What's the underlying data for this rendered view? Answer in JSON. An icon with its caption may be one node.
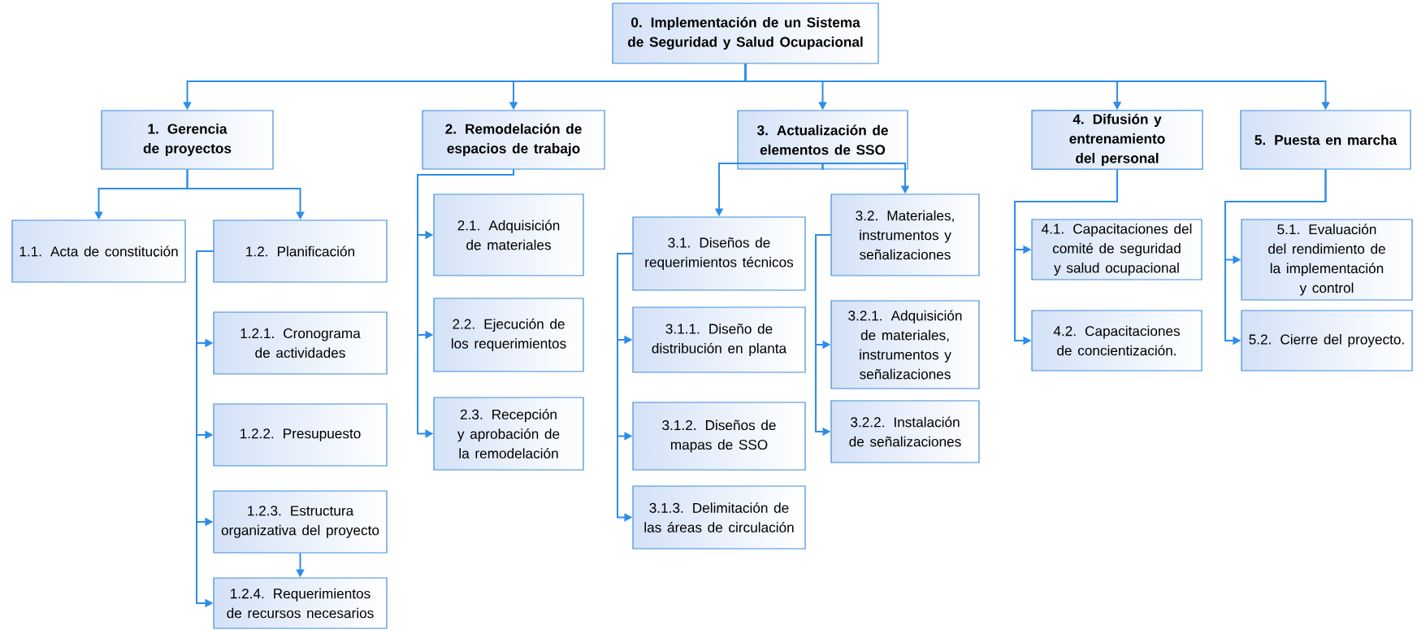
{
  "diagram": {
    "nodes": [
      {
        "text": [
          "0. Implementación de un Sistema de Seguridad y Salud Ocupacional"
        ]
      },
      {
        "text": [
          "1. Gerencia de proyectos"
        ]
      },
      {
        "text": [
          "2. Remodelación de espacios de trabajo"
        ]
      },
      {
        "text": [
          "3. Actualización de elementos de SSO"
        ]
      },
      {
        "text": [
          "4. Difusión y entrenamiento del personal"
        ]
      },
      {
        "text": [
          "5. Puesta en marcha"
        ]
      },
      {
        "text": [
          "1.1. Acta de constitución"
        ]
      },
      {
        "text": [
          "1.2. Planificación"
        ]
      },
      {
        "text": [
          "1.2.1. Cronograma de actividades"
        ]
      },
      {
        "text": [
          "1.2.2. Presupuesto"
        ]
      },
      {
        "text": [
          "1.2.3. Estructura organizativa del proyecto"
        ]
      },
      {
        "text": [
          "1.2.4. Requerimientos de recursos necesarios"
        ]
      },
      {
        "text": [
          "2.1. Adquisición de materiales"
        ]
      },
      {
        "text": [
          "2.2. Ejecución de los requerimientos"
        ]
      },
      {
        "text": [
          "2.3. Recepción y aprobación de la remodelación"
        ]
      },
      {
        "text": [
          "3.1. Diseños de requerimientos técnicos"
        ]
      },
      {
        "text": [
          "3.1.1. Diseño de distribución en planta"
        ]
      },
      {
        "text": [
          "3.1.2. Diseños de mapas de SSO"
        ]
      },
      {
        "text": [
          "3.1.3. Delimitación de las áreas de circulación"
        ]
      },
      {
        "text": [
          "3.2. Materiales, instrumentos y señalizaciones"
        ]
      },
      {
        "text": [
          "3.2.1. Adquisición de materiales, instrumentos y señalizaciones"
        ]
      },
      {
        "text": [
          "3.2.2. Instalación de señalizaciones"
        ]
      },
      {
        "text": [
          "4.1. Capacitaciones del comité de seguridad y salud ocupacional"
        ]
      },
      {
        "text": [
          "4.2. Capacitaciones de concientización."
        ]
      },
      {
        "text": [
          "5.1. Evaluación del rendimiento de la implementación y control"
        ]
      },
      {
        "text": [
          "5.2. Cierre del proyecto."
        ]
      }
    ],
    "edges": [
      {
        "from": 0,
        "to": 1,
        "arrow": "to"
      },
      {
        "from": 0,
        "to": 2,
        "arrow": "to"
      },
      {
        "from": 0,
        "to": 3,
        "arrow": "to"
      },
      {
        "from": 0,
        "to": 4,
        "arrow": "to"
      },
      {
        "from": 0,
        "to": 5,
        "arrow": "to"
      },
      {
        "from": 1,
        "to": 6,
        "arrow": "to"
      },
      {
        "from": 1,
        "to": 7,
        "arrow": "to"
      },
      {
        "from": 7,
        "to": 8,
        "arrow": "to"
      },
      {
        "from": 7,
        "to": 9,
        "arrow": "to"
      },
      {
        "from": 7,
        "to": 10,
        "arrow": "to"
      },
      {
        "from": 7,
        "to": 11,
        "arrow": "to"
      },
      {
        "from": 10,
        "to": 11,
        "arrow": "to"
      },
      {
        "from": 2,
        "to": 12,
        "arrow": "to"
      },
      {
        "from": 2,
        "to": 13,
        "arrow": "to"
      },
      {
        "from": 2,
        "to": 14,
        "arrow": "to"
      },
      {
        "from": 3,
        "to": 15,
        "arrow": "to"
      },
      {
        "from": 3,
        "to": 19,
        "arrow": "to"
      },
      {
        "from": 15,
        "to": 16,
        "arrow": "to"
      },
      {
        "from": 15,
        "to": 17,
        "arrow": "to"
      },
      {
        "from": 15,
        "to": 18,
        "arrow": "to"
      },
      {
        "from": 19,
        "to": 20,
        "arrow": "to"
      },
      {
        "from": 19,
        "to": 21,
        "arrow": "to"
      },
      {
        "from": 4,
        "to": 22,
        "arrow": "to"
      },
      {
        "from": 4,
        "to": 23,
        "arrow": "to"
      },
      {
        "from": 5,
        "to": 24,
        "arrow": "to"
      },
      {
        "from": 5,
        "to": 25,
        "arrow": "to"
      }
    ]
  }
}
